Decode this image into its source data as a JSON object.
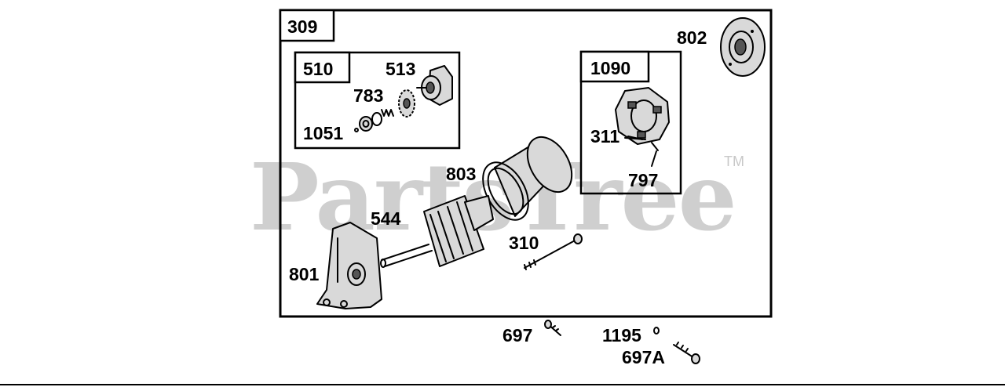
{
  "watermark": {
    "text": "PartsTree",
    "trademark": "TM"
  },
  "assemblies": {
    "outer": "309",
    "drive": "510",
    "brush": "1090"
  },
  "parts": {
    "p513": "513",
    "p783": "783",
    "p1051": "1051",
    "p802": "802",
    "p311": "311",
    "p797": "797",
    "p803": "803",
    "p544": "544",
    "p310": "310",
    "p801": "801",
    "p697": "697",
    "p1195": "1195",
    "p697a": "697A"
  }
}
